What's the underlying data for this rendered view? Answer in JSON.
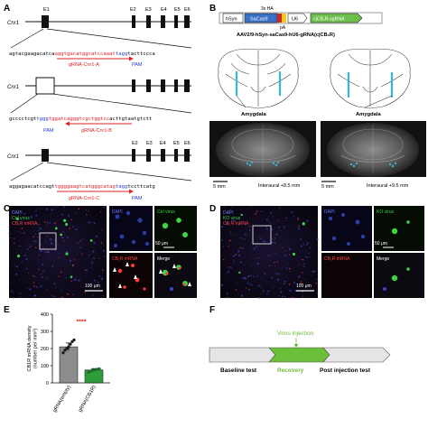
{
  "panels": {
    "A": {
      "label": "A",
      "gene": "Cnr1",
      "exons": [
        "E1",
        "E2",
        "E3",
        "E4",
        "E5",
        "E6"
      ],
      "grnas": [
        {
          "seq_pre": "agtacgaagacatca",
          "seq_target": "aggtgacatggcatccaaat",
          "seq_pam": "tagg",
          "seq_post": "tacttccca",
          "name": "gRNA-Cnr1-A",
          "pam_label": "PAM"
        },
        {
          "seq_pre": "gcccctcgt",
          "seq_pam": "tggg",
          "seq_target": "tggatcagggtcgctggtcc",
          "seq_post": "acttgtaatgtctt",
          "name": "gRNA-Cnr1-B",
          "pam_label": "PAM"
        },
        {
          "seq_pre": "aggagaacatccagt",
          "seq_target": "tggggaagtcatgggcatag",
          "seq_pam": "tagg",
          "seq_post": "tccttcatg",
          "name": "gRNA-Cnr1-C",
          "pam_label": "PAM"
        }
      ]
    },
    "B": {
      "label": "B",
      "ha_label": "3x HA",
      "construct": [
        "hSyn",
        "SaCas9",
        "U6",
        "cjCB₁R-sgRNA"
      ],
      "pa_label": "pA",
      "vector_title": "AAV2/9-hSyn-saCas9-hU6-gRNA(cjCB₁R)",
      "region_label": "Amygdala",
      "scale_bar": "5 mm",
      "interaural": [
        "Interaural +8.5 mm",
        "Interaural +9.5 mm"
      ]
    },
    "C": {
      "label": "C",
      "legend": [
        "DAPI",
        "Ctrl virus",
        "CB₁R mRNA"
      ],
      "insets": [
        "DAPI",
        "Ctrl virus",
        "CB₁R mRNA",
        "Merge"
      ],
      "scale_big": "100 μm",
      "scale_small": "50 μm"
    },
    "D": {
      "label": "D",
      "legend": [
        "DAPI",
        "KO virus",
        "CB₁R mRNA"
      ],
      "insets": [
        "DAPI",
        "KO virus",
        "CB₁R mRNA",
        "Merge"
      ],
      "scale_big": "100 μm",
      "scale_small": "50 μm"
    },
    "E": {
      "label": "E",
      "significance": "****"
    },
    "F": {
      "label": "F",
      "event_label": "Virus injection",
      "phases": [
        "Baseline test",
        "Recovery",
        "Post injection test"
      ]
    }
  },
  "colors": {
    "grna_red": "#e32020",
    "pam_blue": "#2a3fd0",
    "sacas9_blue": "#3a6fc7",
    "ha_red": "#d0262b",
    "pa_yellow": "#f2c81a",
    "sgrna_green": "#6cbf4a",
    "recovery_green": "#6cbf3a",
    "amygdala_cyan": "#3bb4d8",
    "bar_gray": "#8c8c8c",
    "bar_green": "#2f9b3a"
  },
  "chart_data": {
    "type": "bar",
    "ylabel": "CB1R mRNA density (number per mm²)",
    "categories": [
      "gRNA(empty)",
      "gRNA(CB1R)"
    ],
    "values": [
      210,
      75
    ],
    "errors": [
      22,
      8
    ],
    "ylim": [
      0,
      400
    ],
    "yticks": [
      0,
      100,
      200,
      300,
      400
    ],
    "points": [
      [
        175,
        190,
        200,
        210,
        225,
        240,
        250
      ],
      [
        62,
        66,
        70,
        74,
        76,
        78,
        80,
        82
      ]
    ],
    "significance": "****"
  }
}
